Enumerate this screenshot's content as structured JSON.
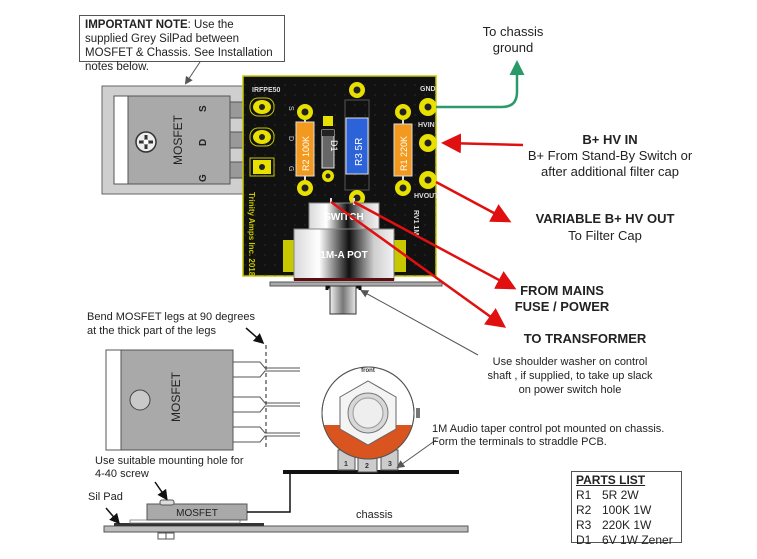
{
  "important_note": {
    "heading": "IMPORTANT NOTE",
    "text": ":  Use the supplied Grey SilPad  between MOSFET & Chassis. See Installation notes below."
  },
  "mosfet_top": {
    "label": "MOSFET",
    "pins": [
      "S",
      "D",
      "G"
    ]
  },
  "pcb": {
    "part_label": "IRFPE50",
    "pin_labels": [
      "S",
      "D",
      "G"
    ],
    "terminals": [
      "GND",
      "HVIN",
      "HVOUT"
    ],
    "resistors": [
      {
        "label": "R2 100K",
        "color": "#f39a1e"
      },
      {
        "label": "R3 5R",
        "color": "#2d63d8"
      },
      {
        "label": "R1 220K",
        "color": "#f39a1e"
      }
    ],
    "diode_label": "D1",
    "silkscreen": "Trinity Amps Inc. 2018",
    "rv_label": "RV1 1M",
    "board_color": "#111111",
    "pad_color": "#e8e000",
    "switch_label": "SWITCH",
    "pot_label": "1M-A POT"
  },
  "callouts": {
    "chassis_ground": "To chassis ground",
    "bplus_in_title": "B+ HV IN",
    "bplus_in_text": "B+ From Stand-By Switch or after additional filter cap",
    "bplus_out_title": "VARIABLE B+ HV OUT",
    "bplus_out_text": "To Filter Cap",
    "mains_title": "FROM MAINS FUSE / POWER",
    "transformer_title": "TO TRANSFORMER",
    "washer_note": "Use shoulder washer on control shaft , if supplied, to take up slack on power switch hole",
    "arrow_red": "#e01010",
    "arrow_green": "#2a9a6a"
  },
  "install": {
    "bend_note": "Bend MOSFET legs at 90 degrees at the thick part of the legs",
    "mosfet_label": "MOSFET",
    "mount_hole_note": "Use suitable mounting hole for 4-40 screw",
    "silpad_label": "Sil Pad",
    "side_mosfet_label": "MOSFET",
    "chassis_label": "chassis",
    "pot_front_label": "front",
    "pot_terminals": [
      "1",
      "2",
      "3"
    ],
    "pot_note": "1M  Audio taper control pot mounted on chassis. Form the  terminals to straddle PCB."
  },
  "parts_list": {
    "title": "PARTS LIST",
    "items": [
      {
        "ref": "R1",
        "value": "5R 2W"
      },
      {
        "ref": "R2",
        "value": "100K 1W"
      },
      {
        "ref": "R3",
        "value": "220K 1W"
      },
      {
        "ref": "D1",
        "value": "6V 1W Zener"
      }
    ]
  }
}
